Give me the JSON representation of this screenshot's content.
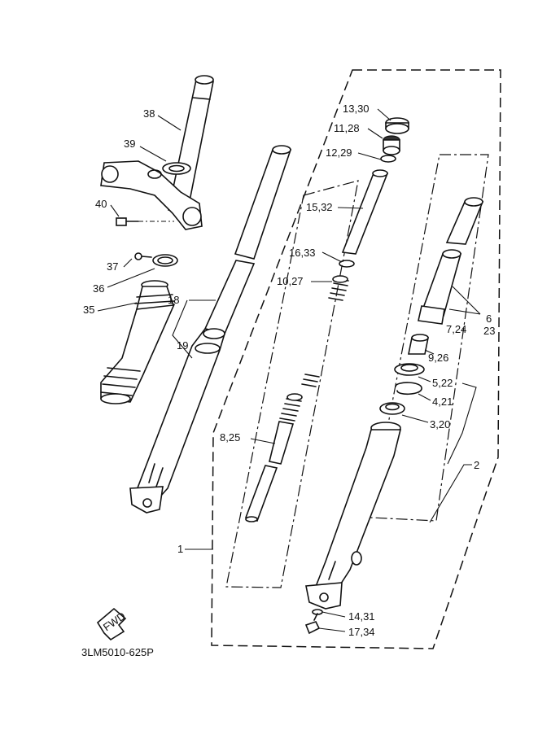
{
  "labels": {
    "l1": "1",
    "l2": "2",
    "l3_20": "3,20",
    "l4_21": "4,21",
    "l5_22": "5,22",
    "l6": "6",
    "l7_24": "7,24",
    "l23": "23",
    "l8_25": "8,25",
    "l9_26": "9,26",
    "l10_27": "10,27",
    "l11_28": "11,28",
    "l12_29": "12,29",
    "l13_30": "13,30",
    "l14_31": "14,31",
    "l15_32": "15,32",
    "l16_33": "16,33",
    "l17_34": "17,34",
    "l18": "18",
    "l19": "19",
    "l35": "35",
    "l36": "36",
    "l37": "37",
    "l38": "38",
    "l39": "39",
    "l40": "40"
  },
  "fwd_label": "FWD",
  "drawing_code": "3LM5010-625P"
}
